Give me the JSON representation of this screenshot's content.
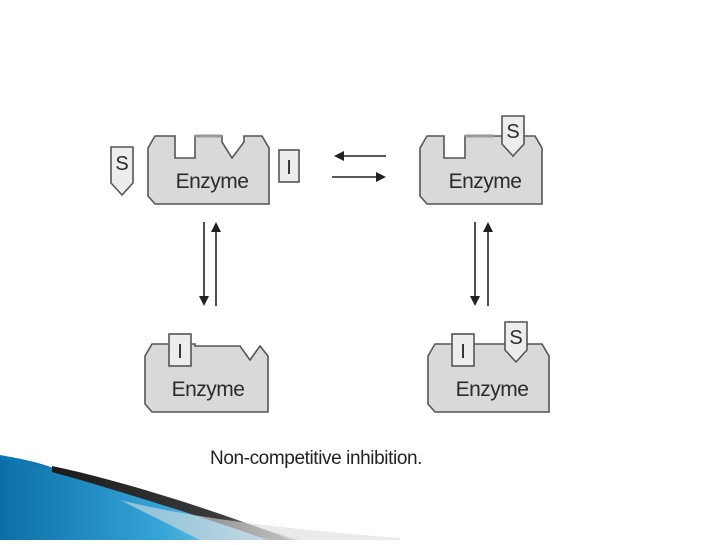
{
  "diagram": {
    "enzyme_label": "Enzyme",
    "substrate_label": "S",
    "inhibitor_label": "I",
    "caption": "Non-competitive inhibition.",
    "colors": {
      "enzyme_fill": "#d9d9d9",
      "outline": "#555555",
      "accent_blue": "#1f8fc4"
    }
  }
}
